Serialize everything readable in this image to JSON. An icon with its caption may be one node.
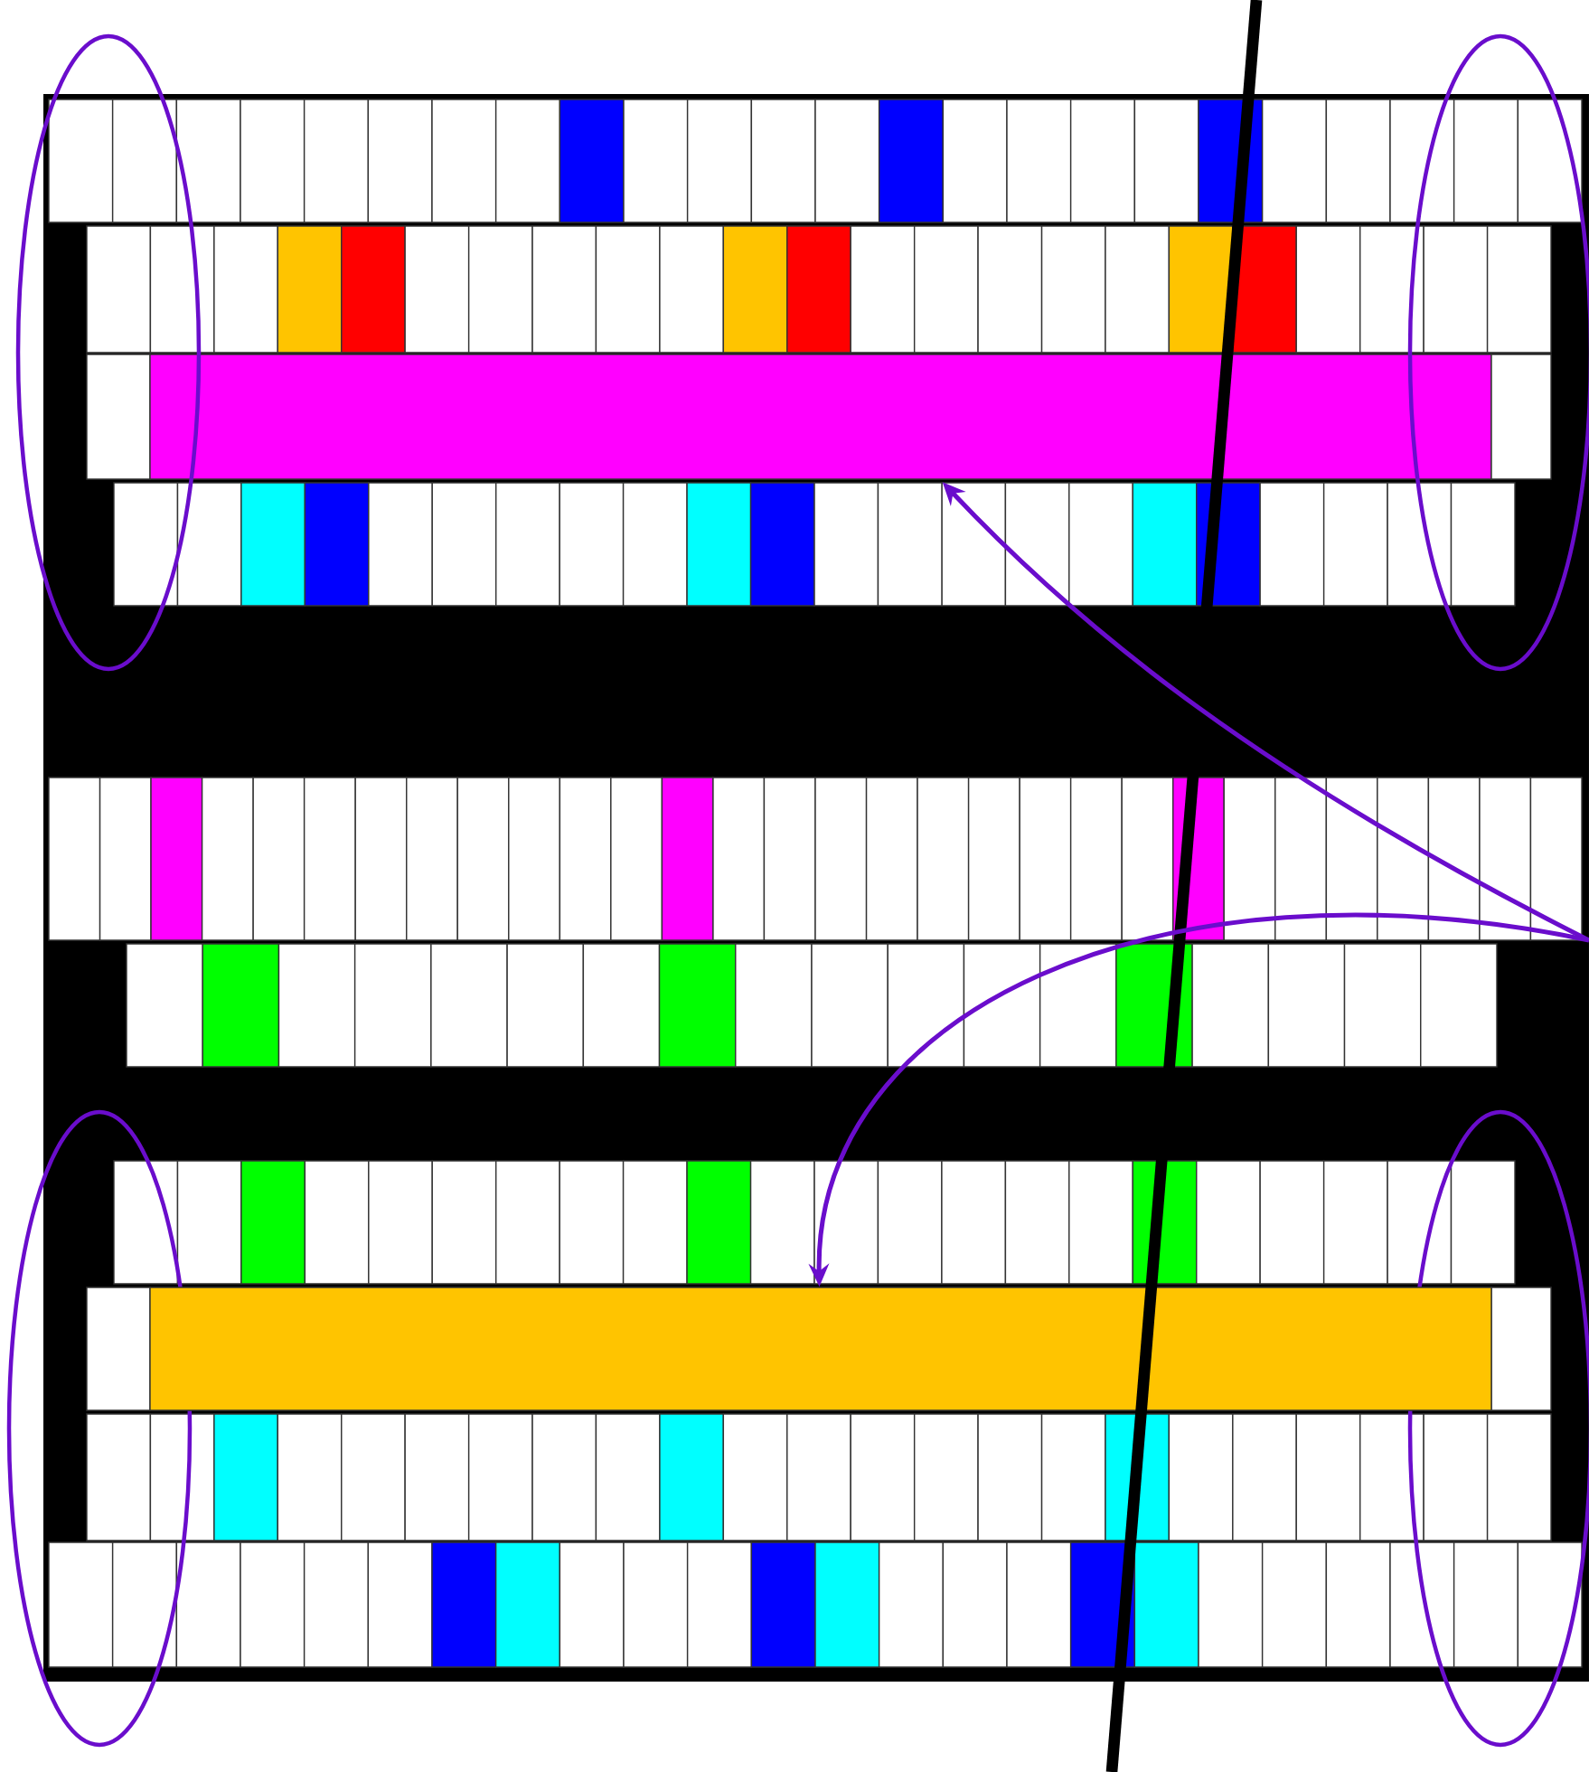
{
  "diagram": {
    "nodes": [
      {
        "text": [],
        "shape": "box"
      },
      {
        "text": [],
        "shape": "bar"
      }
    ],
    "edges": [
      {
        "from": null,
        "to": 0,
        "arrow": "to"
      },
      {
        "from": null,
        "to": 1,
        "arrow": "to"
      }
    ]
  }
}
